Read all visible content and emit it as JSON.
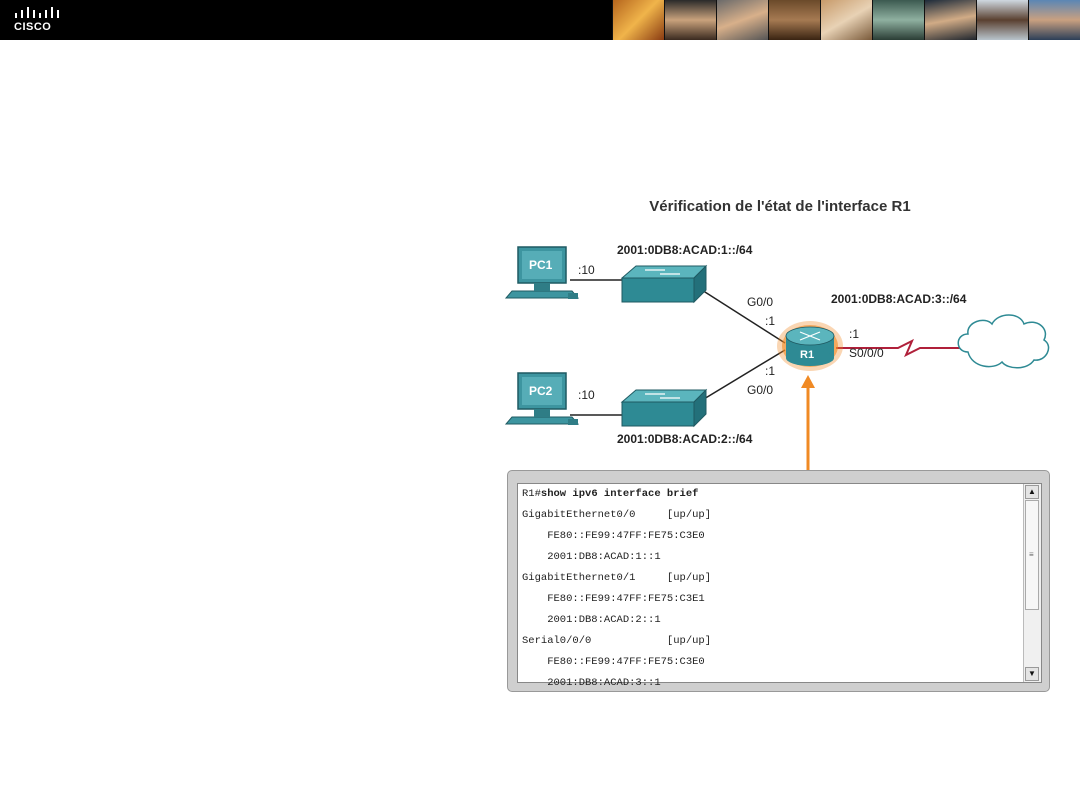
{
  "header": {
    "brand": "CISCO"
  },
  "diagram": {
    "title": "Vérification de l'état de l'interface R1",
    "lan1": "2001:0DB8:ACAD:1::/64",
    "lan2": "2001:0DB8:ACAD:2::/64",
    "wan": "2001:0DB8:ACAD:3::/64",
    "pc1": {
      "name": "PC1",
      "host": ":10"
    },
    "pc2": {
      "name": "PC2",
      "host": ":10"
    },
    "router": {
      "name": "R1"
    },
    "if_g00_top": "G0/0",
    "if_g00_top_host": ":1",
    "if_g00_bottom_host": ":1",
    "if_g00_bottom": "G0/0",
    "serial_host": ":1",
    "serial_if": "S0/0/0"
  },
  "terminal": {
    "prompt": "R1#",
    "command": "show ipv6 interface brief",
    "lines": [
      "GigabitEthernet0/0     [up/up]",
      "    FE80::FE99:47FF:FE75:C3E0",
      "    2001:DB8:ACAD:1::1",
      "GigabitEthernet0/1     [up/up]",
      "    FE80::FE99:47FF:FE75:C3E1",
      "    2001:DB8:ACAD:2::1",
      "Serial0/0/0            [up/up]",
      "    FE80::FE99:47FF:FE75:C3E0",
      "    2001:DB8:ACAD:3::1"
    ]
  },
  "colors": {
    "accent_orange": "#f08a24",
    "device_teal": "#2e8a94",
    "serial_red": "#b0203a"
  }
}
